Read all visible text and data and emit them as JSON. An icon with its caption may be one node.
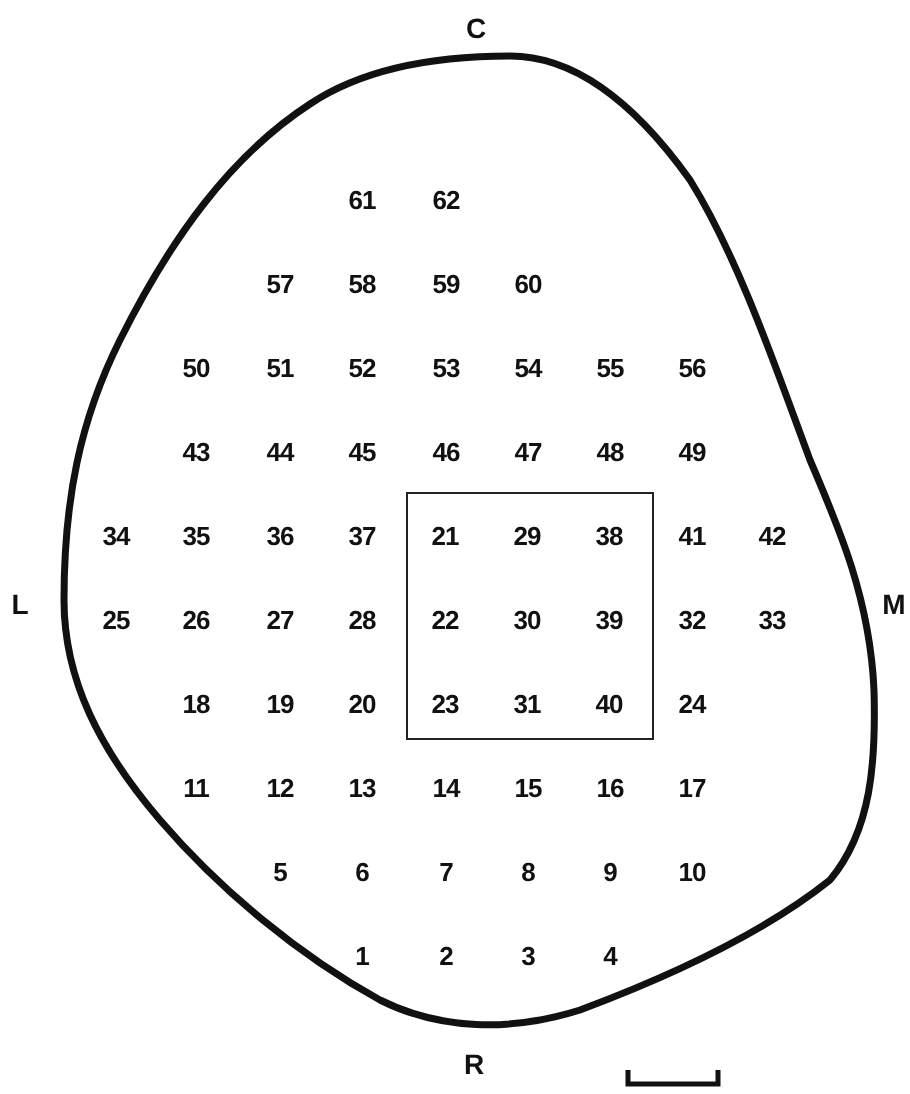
{
  "diagram": {
    "nodes": [
      {
        "text": [
          "61",
          "62",
          "57",
          "58",
          "59",
          "60",
          "50",
          "51",
          "52",
          "53",
          "54",
          "55",
          "56",
          "43",
          "44",
          "45",
          "46",
          "47",
          "48",
          "49",
          "34",
          "35",
          "36",
          "37",
          "41",
          "42",
          "25",
          "26",
          "27",
          "28",
          "32",
          "33",
          "18",
          "19",
          "20",
          "24",
          "11",
          "12",
          "13",
          "14",
          "15",
          "16",
          "17",
          "5",
          "6",
          "7",
          "8",
          "9",
          "10",
          "1",
          "2",
          "3",
          "4"
        ]
      },
      {
        "text": [
          "21",
          "29",
          "38",
          "22",
          "30",
          "39",
          "23",
          "31",
          "40"
        ],
        "in": 0
      }
    ],
    "labels": [
      "C",
      "L",
      "M",
      "R"
    ]
  }
}
